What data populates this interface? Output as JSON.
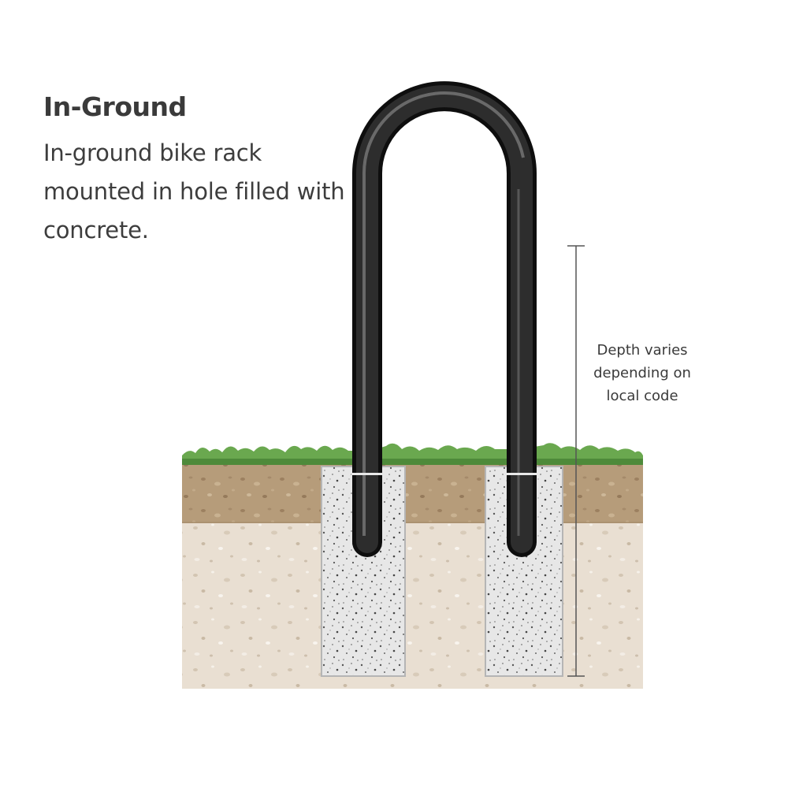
{
  "title": "In-Ground",
  "description": "In-ground bike rack mounted in hole filled with concrete.",
  "depth_label": {
    "line1": "Depth varies",
    "line2": "depending on",
    "line3": "local code"
  },
  "colors": {
    "grass": "#6aa84f",
    "grass_dark": "#4e8a3a",
    "topsoil": "#b59a78",
    "subsoil": "#e8ddd0",
    "concrete": "#e6e6e6",
    "concrete_border": "#b5b5b5",
    "pipe": "#1c1c1c",
    "pipe_highlight": "#6f6f6f",
    "text": "#3a3a3a"
  },
  "icons": [
    "bike-rack-illustration",
    "depth-dimension-line"
  ]
}
